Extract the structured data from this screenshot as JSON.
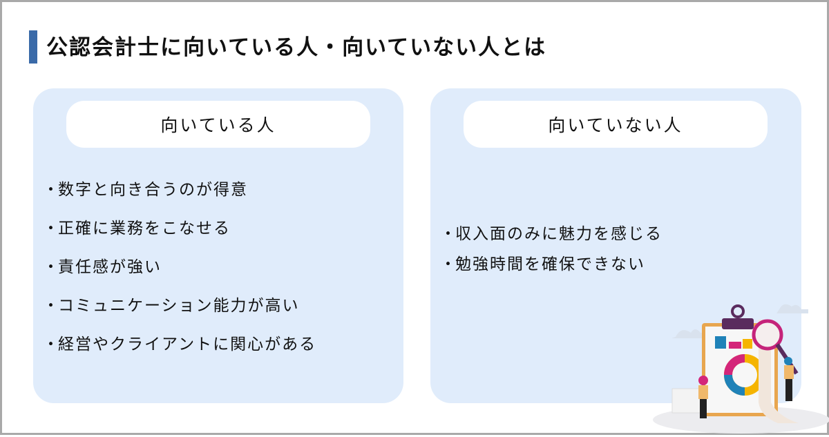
{
  "title": "公認会計士に向いている人・向いていない人とは",
  "suited": {
    "heading": "向いている人",
    "items": [
      "数字と向き合うのが得意",
      "正確に業務をこなせる",
      "責任感が強い",
      "コミュニケーション能力が高い",
      "経営やクライアントに関心がある"
    ]
  },
  "unsuited": {
    "heading": "向いていない人",
    "items": [
      "収入面のみに魅力を感じる",
      "勉強時間を確保できない"
    ]
  },
  "bullet": "・",
  "colors": {
    "accent": "#3a6aa8",
    "panel": "#e0ecfb"
  }
}
